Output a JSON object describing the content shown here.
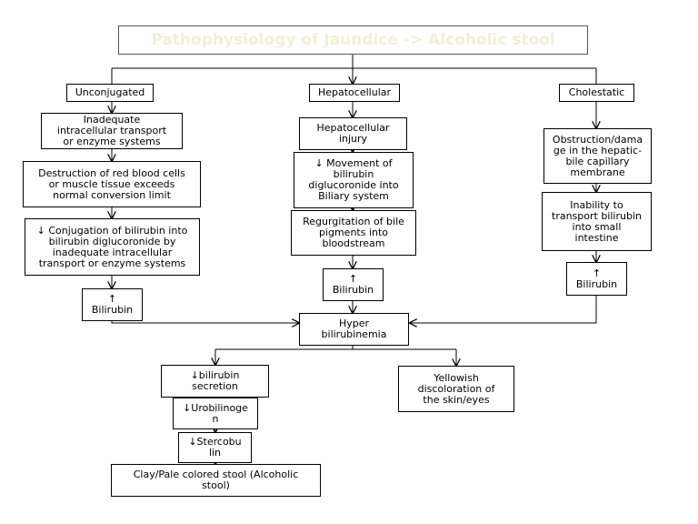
{
  "nodes": {
    "title": "Pathophysiology of Jaundice -> Alcoholic stool",
    "unconjugated": "Unconjugated",
    "hepatocellular": "Hepatocellular",
    "cholestatic": "Cholestatic",
    "inadequate_transport": "Inadequate\nintracellular transport\nor enzyme systems",
    "destruction_rbc": "Destruction of red blood cells\nor muscle tissue  exceeds\nnormal conversion limit",
    "conjugation": "↓ Conjugation of bilirubin into\nbilirubin diglucoronide by\ninadequate intracellular\ntransport or enzyme systems",
    "bilirubin_left": "↑\nBilirubin",
    "hepatocellular_injury": "Hepatocellular\ninjury",
    "movement": "↓ Movement of\nbilirubin\ndiglucoronide into\nBiliary system",
    "regurgitation": "Regurgitation of bile\npigments into\nbloodstream",
    "bilirubin_mid": "↑\nBilirubin",
    "obstruction": "Obstruction/dama\nge in the hepatic-\nbile capillary\nmembrane",
    "inability": "Inability to\ntransport bilirubin\ninto small\nintestine",
    "bilirubin_right": "↑\nBilirubin",
    "hyperbilirubinemia": "Hyper\nbilirubinemia",
    "secretion": "↓bilirubin\nsecretion",
    "urobilinogen": "↓Urobilinoge\nn",
    "stercobilin": "↓Stercobu\nlin",
    "stool": "Clay/Pale colored stool (Alcoholic\nstool)",
    "yellowish": "Yellowish\ndiscoloration of\nthe skin/eyes"
  },
  "colors": {
    "title_text": "#f3efd6",
    "stroke": "#000000"
  }
}
